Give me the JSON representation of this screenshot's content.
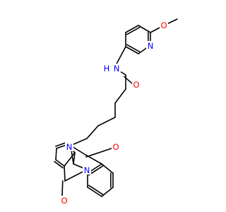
{
  "molecule": {
    "atom_labels": {
      "o_methoxy": "O",
      "methyl": "",
      "n_pyridine": "N",
      "n_amide": "N",
      "h_amide": "H",
      "o_amide": "O",
      "n_quinazoline": "N",
      "o_quinazolinone": "O",
      "n_bridge": "N",
      "o_isoindolinone": "O"
    },
    "colors": {
      "bond": "#000000",
      "nitrogen": "#0000ff",
      "oxygen": "#ff0000"
    }
  }
}
